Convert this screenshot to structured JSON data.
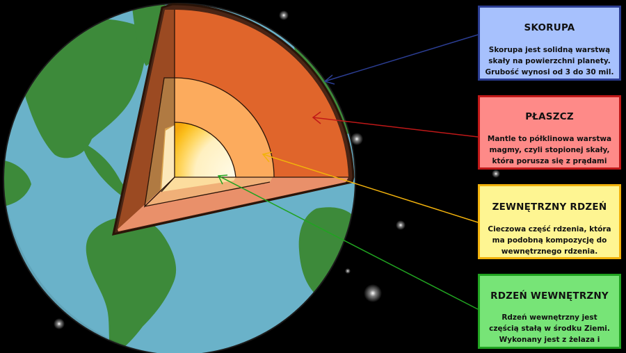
{
  "labels": {
    "crust": {
      "title": "SKORUPA",
      "text": "Skorupa jest solidną warstwą skały na powierzchni planety. Grubość wynosi od 3 do 30 mil.",
      "color": "#a7c1fd",
      "border": "#2b3d92"
    },
    "mantle": {
      "title": "PŁASZCZ",
      "text": "Mantle to półklinowa warstwa magmy, czyli stopionej skały, która porusza się z prądami",
      "color": "#fe8a88",
      "border": "#c01818"
    },
    "outer_core": {
      "title": "ZEWNĘTRZNY RDZEŃ",
      "text": "Cieczowa część rdzenia, która ma podobną kompozycję do wewnętrznego rdzenia.",
      "color": "#fef592",
      "border": "#f2b20c"
    },
    "inner_core": {
      "title": "RDZEŃ WEWNĘTRZNY",
      "text": "Rdzeń wewnętrzny jest częścią stałą w środku Ziemi. Wykonany jest z żelaza i niklu i osiąga",
      "color": "#77e477",
      "border": "#21a321"
    }
  },
  "colors": {
    "background": "#000000",
    "ocean": "#6ab2c9",
    "land": "#3d8a3a",
    "crust_cut": "#e0652b",
    "mantle_cut": "#fcab5d",
    "outer_core_cut": "#fbd03c",
    "inner_core_cut": "#fff2c8"
  }
}
